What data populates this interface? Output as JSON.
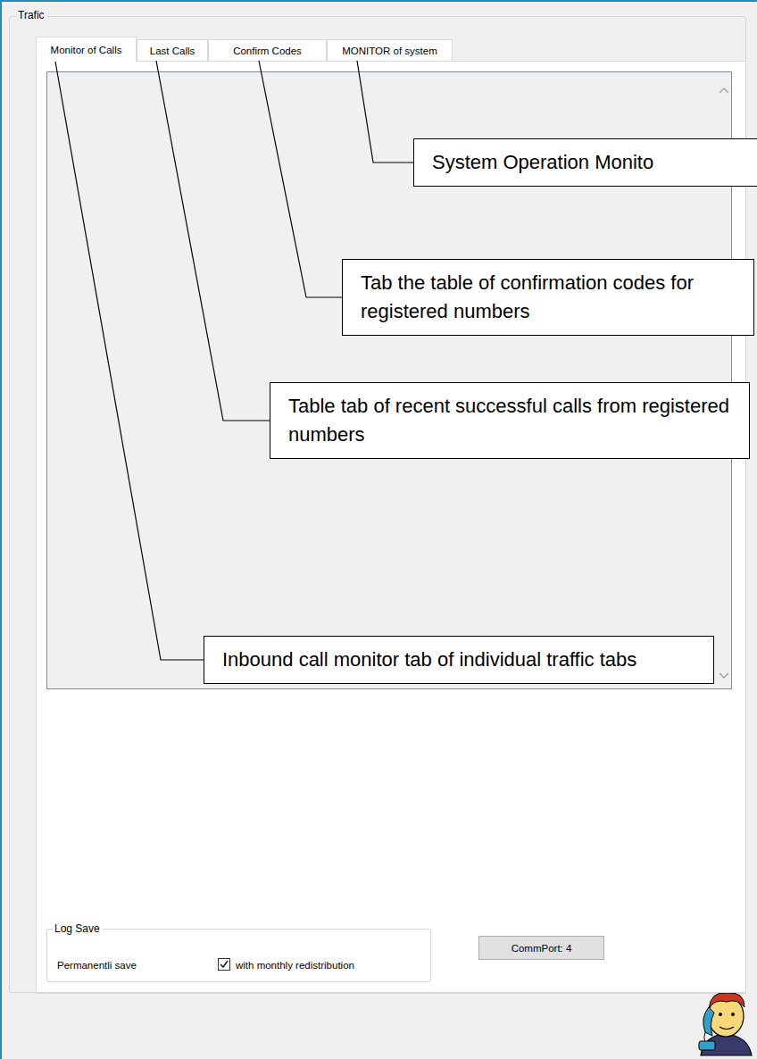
{
  "diagram": {
    "nodes": [
      {
        "text": [
          "Trafic"
        ]
      },
      {
        "text": [
          "Monitor of Calls"
        ],
        "in": 0
      },
      {
        "text": [
          "Last Calls"
        ],
        "in": 0
      },
      {
        "text": [
          "Confirm Codes"
        ],
        "in": 0
      },
      {
        "text": [
          "MONITOR of system"
        ],
        "in": 0
      },
      {
        "text": [
          "System Operation Monito"
        ]
      },
      {
        "text": [
          "Tab the table of confirmation codes for registered numbers"
        ]
      },
      {
        "text": [
          "Table tab of recent successful calls from registered numbers"
        ]
      },
      {
        "text": [
          "Inbound call monitor tab of individual traffic tabs"
        ]
      },
      {
        "text": [
          "Log Save",
          "Permanentli save",
          "with monthly redistribution"
        ],
        "in": 0
      },
      {
        "text": [
          "CommPort: 4"
        ],
        "in": 0
      }
    ],
    "edges": [
      {
        "from": 1,
        "to": 8,
        "arrow": "none"
      },
      {
        "from": 2,
        "to": 7,
        "arrow": "none"
      },
      {
        "from": 3,
        "to": 6,
        "arrow": "none"
      },
      {
        "from": 4,
        "to": 5,
        "arrow": "none"
      }
    ]
  }
}
